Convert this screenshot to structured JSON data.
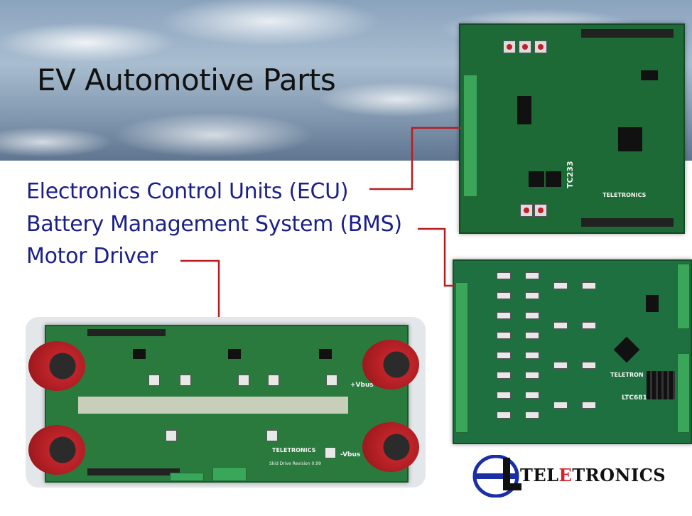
{
  "slide": {
    "title": "EV Automotive Parts",
    "items": [
      "Electronics Control Units (ECU)",
      "Battery Management System (BMS)",
      "Motor Driver"
    ]
  },
  "boards": {
    "ecu_label": "TC233",
    "ecu_brand": "TELETRONICS",
    "bms_label": "LTC6813",
    "bms_brand": "TELETRON",
    "motor_brand": "TELETRONICS",
    "motor_vbus_pos": "+Vbus",
    "motor_vbus_neg": "-Vbus",
    "motor_caption": "Skid Drive Revision 0.99"
  },
  "logo": {
    "text_prefix": "T",
    "text_mid": "EL",
    "text_red": "E",
    "text_suffix": "TRONICS"
  },
  "colors": {
    "item_text": "#1a1f8a",
    "connector_line": "#b81c22",
    "logo_blue": "#1a2fa6",
    "logo_red": "#d8202a"
  }
}
